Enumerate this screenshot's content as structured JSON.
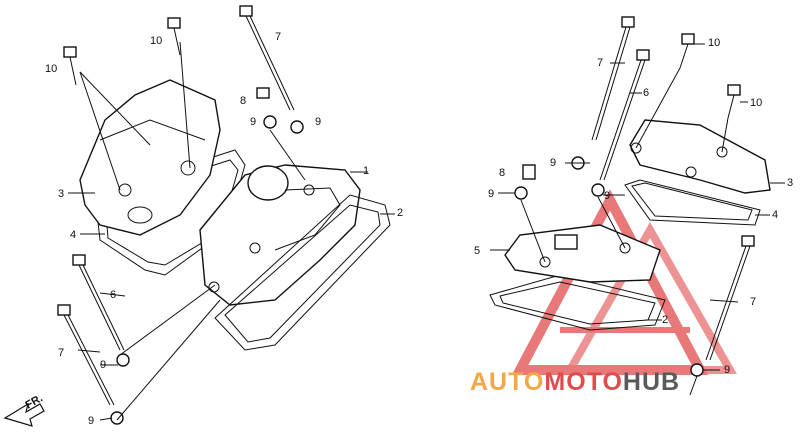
{
  "callouts": {
    "left": [
      "10",
      "10",
      "8",
      "9",
      "9",
      "7",
      "1",
      "2",
      "3",
      "4",
      "6",
      "7",
      "9",
      "9"
    ],
    "right": [
      "10",
      "7",
      "6",
      "10",
      "9",
      "8",
      "9",
      "9",
      "3",
      "4",
      "5",
      "2",
      "7",
      "9"
    ]
  },
  "front_marker": "FR.",
  "watermark": {
    "part1": "AUTO",
    "part2": "MOTO",
    "part3": "HUB",
    "colors": {
      "orange": "#f2a74a",
      "red": "#e24b4b",
      "dark": "#5a5a5a"
    }
  }
}
